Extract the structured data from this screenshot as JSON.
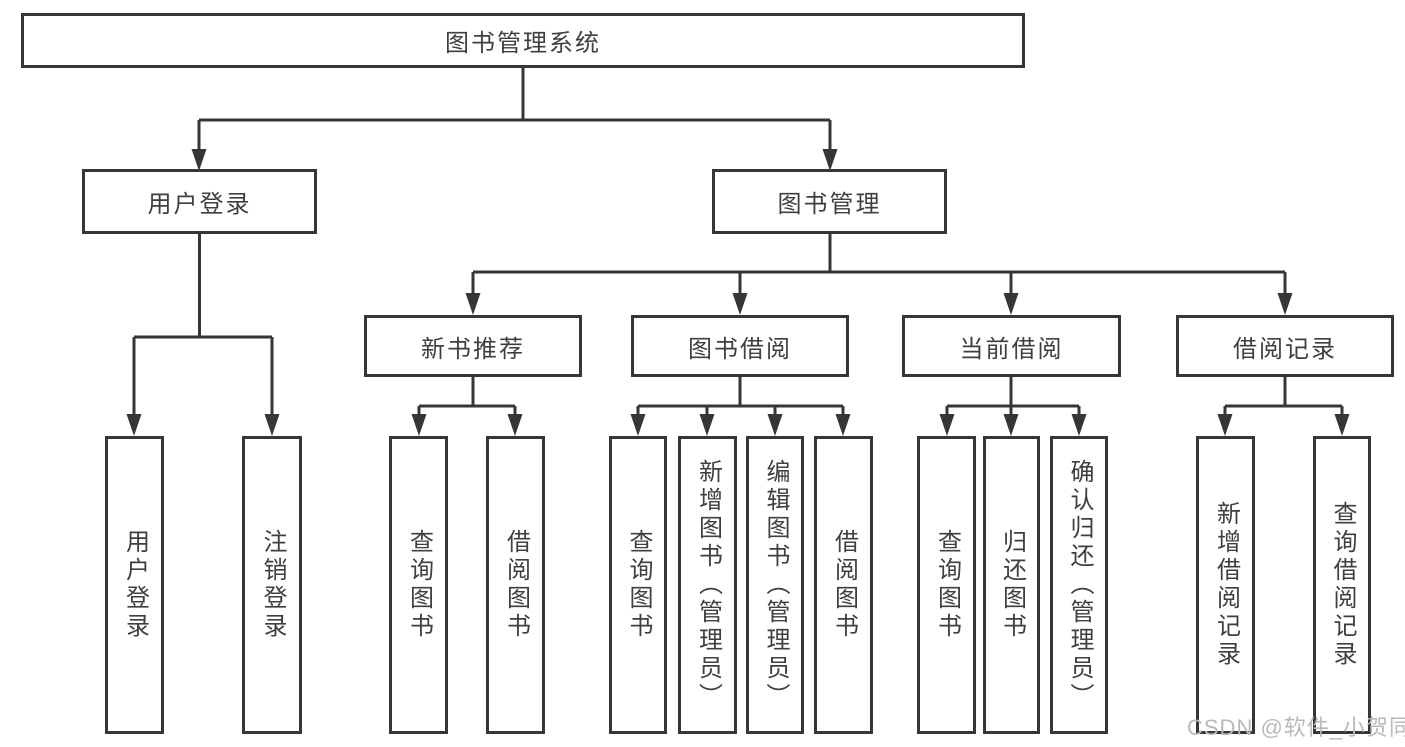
{
  "diagram": {
    "root": {
      "label": "图书管理系统"
    },
    "level2": [
      {
        "id": "user-login",
        "label": "用户登录"
      },
      {
        "id": "book-management",
        "label": "图书管理"
      }
    ],
    "level3": [
      {
        "id": "new-book-recommend",
        "label": "新书推荐"
      },
      {
        "id": "book-borrowing",
        "label": "图书借阅"
      },
      {
        "id": "current-borrowing",
        "label": "当前借阅"
      },
      {
        "id": "borrowing-records",
        "label": "借阅记录"
      }
    ],
    "leaves": {
      "user_login": [
        {
          "label": "用户登录"
        },
        {
          "label": "注销登录"
        }
      ],
      "new_book_recommend": [
        {
          "label": "查询图书"
        },
        {
          "label": "借阅图书"
        }
      ],
      "book_borrowing": [
        {
          "label": "查询图书"
        },
        {
          "label": "新增图书（管理员）"
        },
        {
          "label": "编辑图书（管理员）"
        },
        {
          "label": "借阅图书"
        }
      ],
      "current_borrowing": [
        {
          "label": "查询图书"
        },
        {
          "label": "归还图书"
        },
        {
          "label": "确认归还（管理员）"
        }
      ],
      "borrowing_records": [
        {
          "label": "新增借阅记录"
        },
        {
          "label": "查询借阅记录"
        }
      ]
    },
    "watermark": "CSDN @软件_小贺同学",
    "colors": {
      "line": "#363636",
      "text": "#3f3f3f",
      "watermark": "#b9b9b9",
      "background": "#ffffff"
    }
  }
}
